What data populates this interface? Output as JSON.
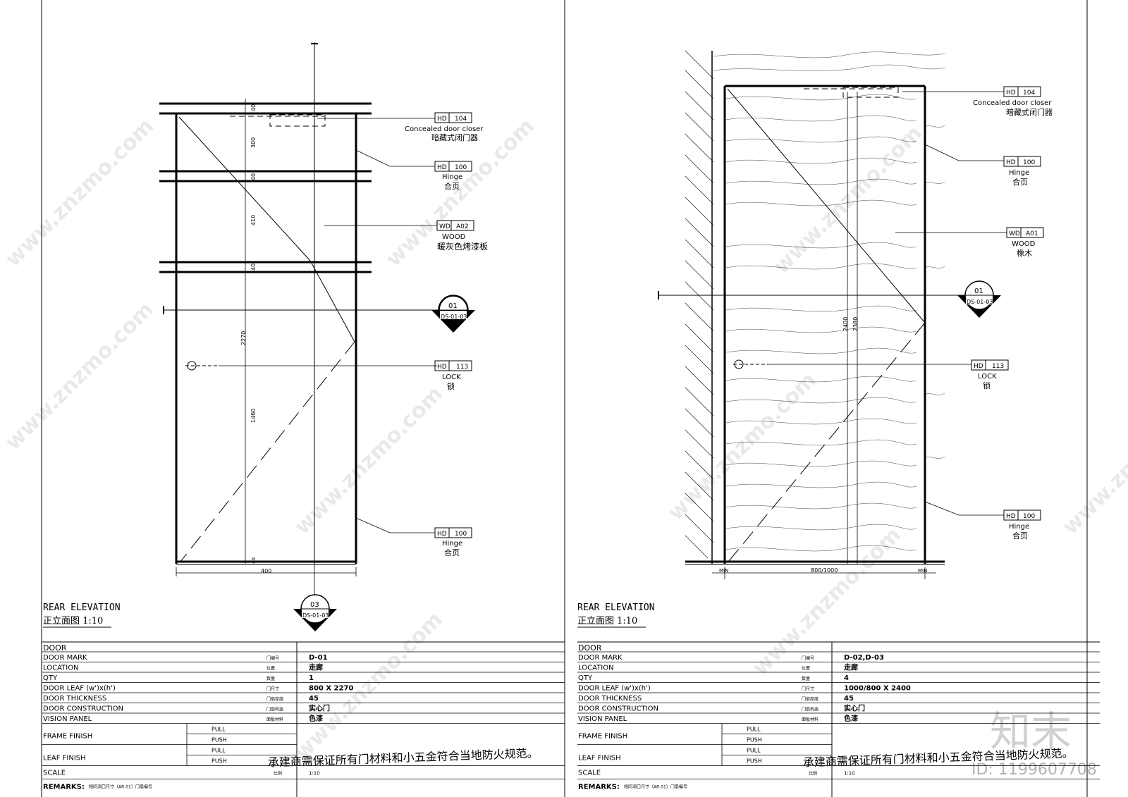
{
  "watermark": {
    "site": "www.znzmo.com",
    "logo": "知末",
    "id_label": "ID: 1199607708"
  },
  "sheets": [
    {
      "title_en": "REAR ELEVATION",
      "title_cn": "正立面图 1:10",
      "callouts": [
        {
          "code": "HD",
          "num": "104",
          "en": "Concealed door closer",
          "cn": "暗藏式闭门器"
        },
        {
          "code": "HD",
          "num": "100",
          "en": "Hinge",
          "cn": "合页"
        },
        {
          "code": "WD",
          "num": "A02",
          "en": "WOOD",
          "cn": "暖灰色烤漆板"
        },
        {
          "code": "HD",
          "num": "113",
          "en": "LOCK",
          "cn": "锁"
        },
        {
          "code": "HD",
          "num": "100",
          "en": "Hinge",
          "cn": "合页"
        }
      ],
      "section_marks": [
        {
          "num": "01",
          "ref": "DS-01-03"
        },
        {
          "num": "03",
          "ref": "DS-01-03"
        }
      ],
      "dims": {
        "d40a": "40",
        "d300": "300",
        "d40b": "40",
        "d410": "410",
        "d40c": "40",
        "d2270": "2270",
        "d1460": "1460",
        "d40d": "40",
        "d400": "400"
      },
      "schedule": {
        "door": "DOOR",
        "rows": [
          {
            "en": "DOOR MARK",
            "cn": "门编号",
            "val": "D-01"
          },
          {
            "en": "LOCATION",
            "cn": "位置",
            "val": "走廊"
          },
          {
            "en": "QTY",
            "cn": "数量",
            "val": "1"
          },
          {
            "en": "DOOR LEAF (w')x(h')",
            "cn": "门尺寸",
            "val": "800 X 2270"
          },
          {
            "en": "DOOR THICKNESS",
            "cn": "门扇厚度",
            "val": "45"
          },
          {
            "en": "DOOR CONSTRUCTION",
            "cn": "门扇构造",
            "val": "实心门"
          },
          {
            "en": "VISION PANEL",
            "cn": "面板材料",
            "val": "色漆"
          }
        ],
        "frame_finish": "FRAME FINISH",
        "leaf_finish": "LEAF FINISH",
        "pull": "PULL",
        "push": "PUSH",
        "note": "承建商需保证所有门材料和小五金符合当地防火规范。",
        "scale": "SCALE",
        "scale_cn": "比例",
        "scale_val": "1:10",
        "remarks": "REMARKS:",
        "remarks_text": "相同洞口尺寸（AR 01）门扇编号"
      }
    },
    {
      "title_en": "REAR ELEVATION",
      "title_cn": "正立面图 1:10",
      "callouts": [
        {
          "code": "HD",
          "num": "104",
          "en": "Concealed door closer",
          "cn": "暗藏式闭门器"
        },
        {
          "code": "HD",
          "num": "100",
          "en": "Hinge",
          "cn": "合页"
        },
        {
          "code": "WD",
          "num": "A01",
          "en": "WOOD",
          "cn": "橡木"
        },
        {
          "code": "HD",
          "num": "113",
          "en": "LOCK",
          "cn": "锁"
        },
        {
          "code": "HD",
          "num": "100",
          "en": "Hinge",
          "cn": "合页"
        }
      ],
      "section_marks": [
        {
          "num": "01",
          "ref": "DS-01-03"
        }
      ],
      "dims": {
        "d2400": "2400",
        "d2380": "2380",
        "dmin_l": "MIN",
        "d800": "800/1000",
        "dmin_r": "MIN"
      },
      "schedule": {
        "door": "DOOR",
        "rows": [
          {
            "en": "DOOR MARK",
            "cn": "门编号",
            "val": "D-02,D-03"
          },
          {
            "en": "LOCATION",
            "cn": "位置",
            "val": "走廊"
          },
          {
            "en": "QTY",
            "cn": "数量",
            "val": "4"
          },
          {
            "en": "DOOR LEAF (w')x(h')",
            "cn": "门尺寸",
            "val": "1000/800 X 2400"
          },
          {
            "en": "DOOR THICKNESS",
            "cn": "门扇厚度",
            "val": "45"
          },
          {
            "en": "DOOR CONSTRUCTION",
            "cn": "门扇构造",
            "val": "实心门"
          },
          {
            "en": "VISION PANEL",
            "cn": "面板材料",
            "val": "色漆"
          }
        ],
        "frame_finish": "FRAME FINISH",
        "leaf_finish": "LEAF FINISH",
        "pull": "PULL",
        "push": "PUSH",
        "note": "承建商需保证所有门材料和小五金符合当地防火规范。",
        "scale": "SCALE",
        "scale_cn": "比例",
        "scale_val": "1:10",
        "remarks": "REMARKS:",
        "remarks_text": "相同洞口尺寸（AR 01）门扇编号"
      }
    }
  ]
}
